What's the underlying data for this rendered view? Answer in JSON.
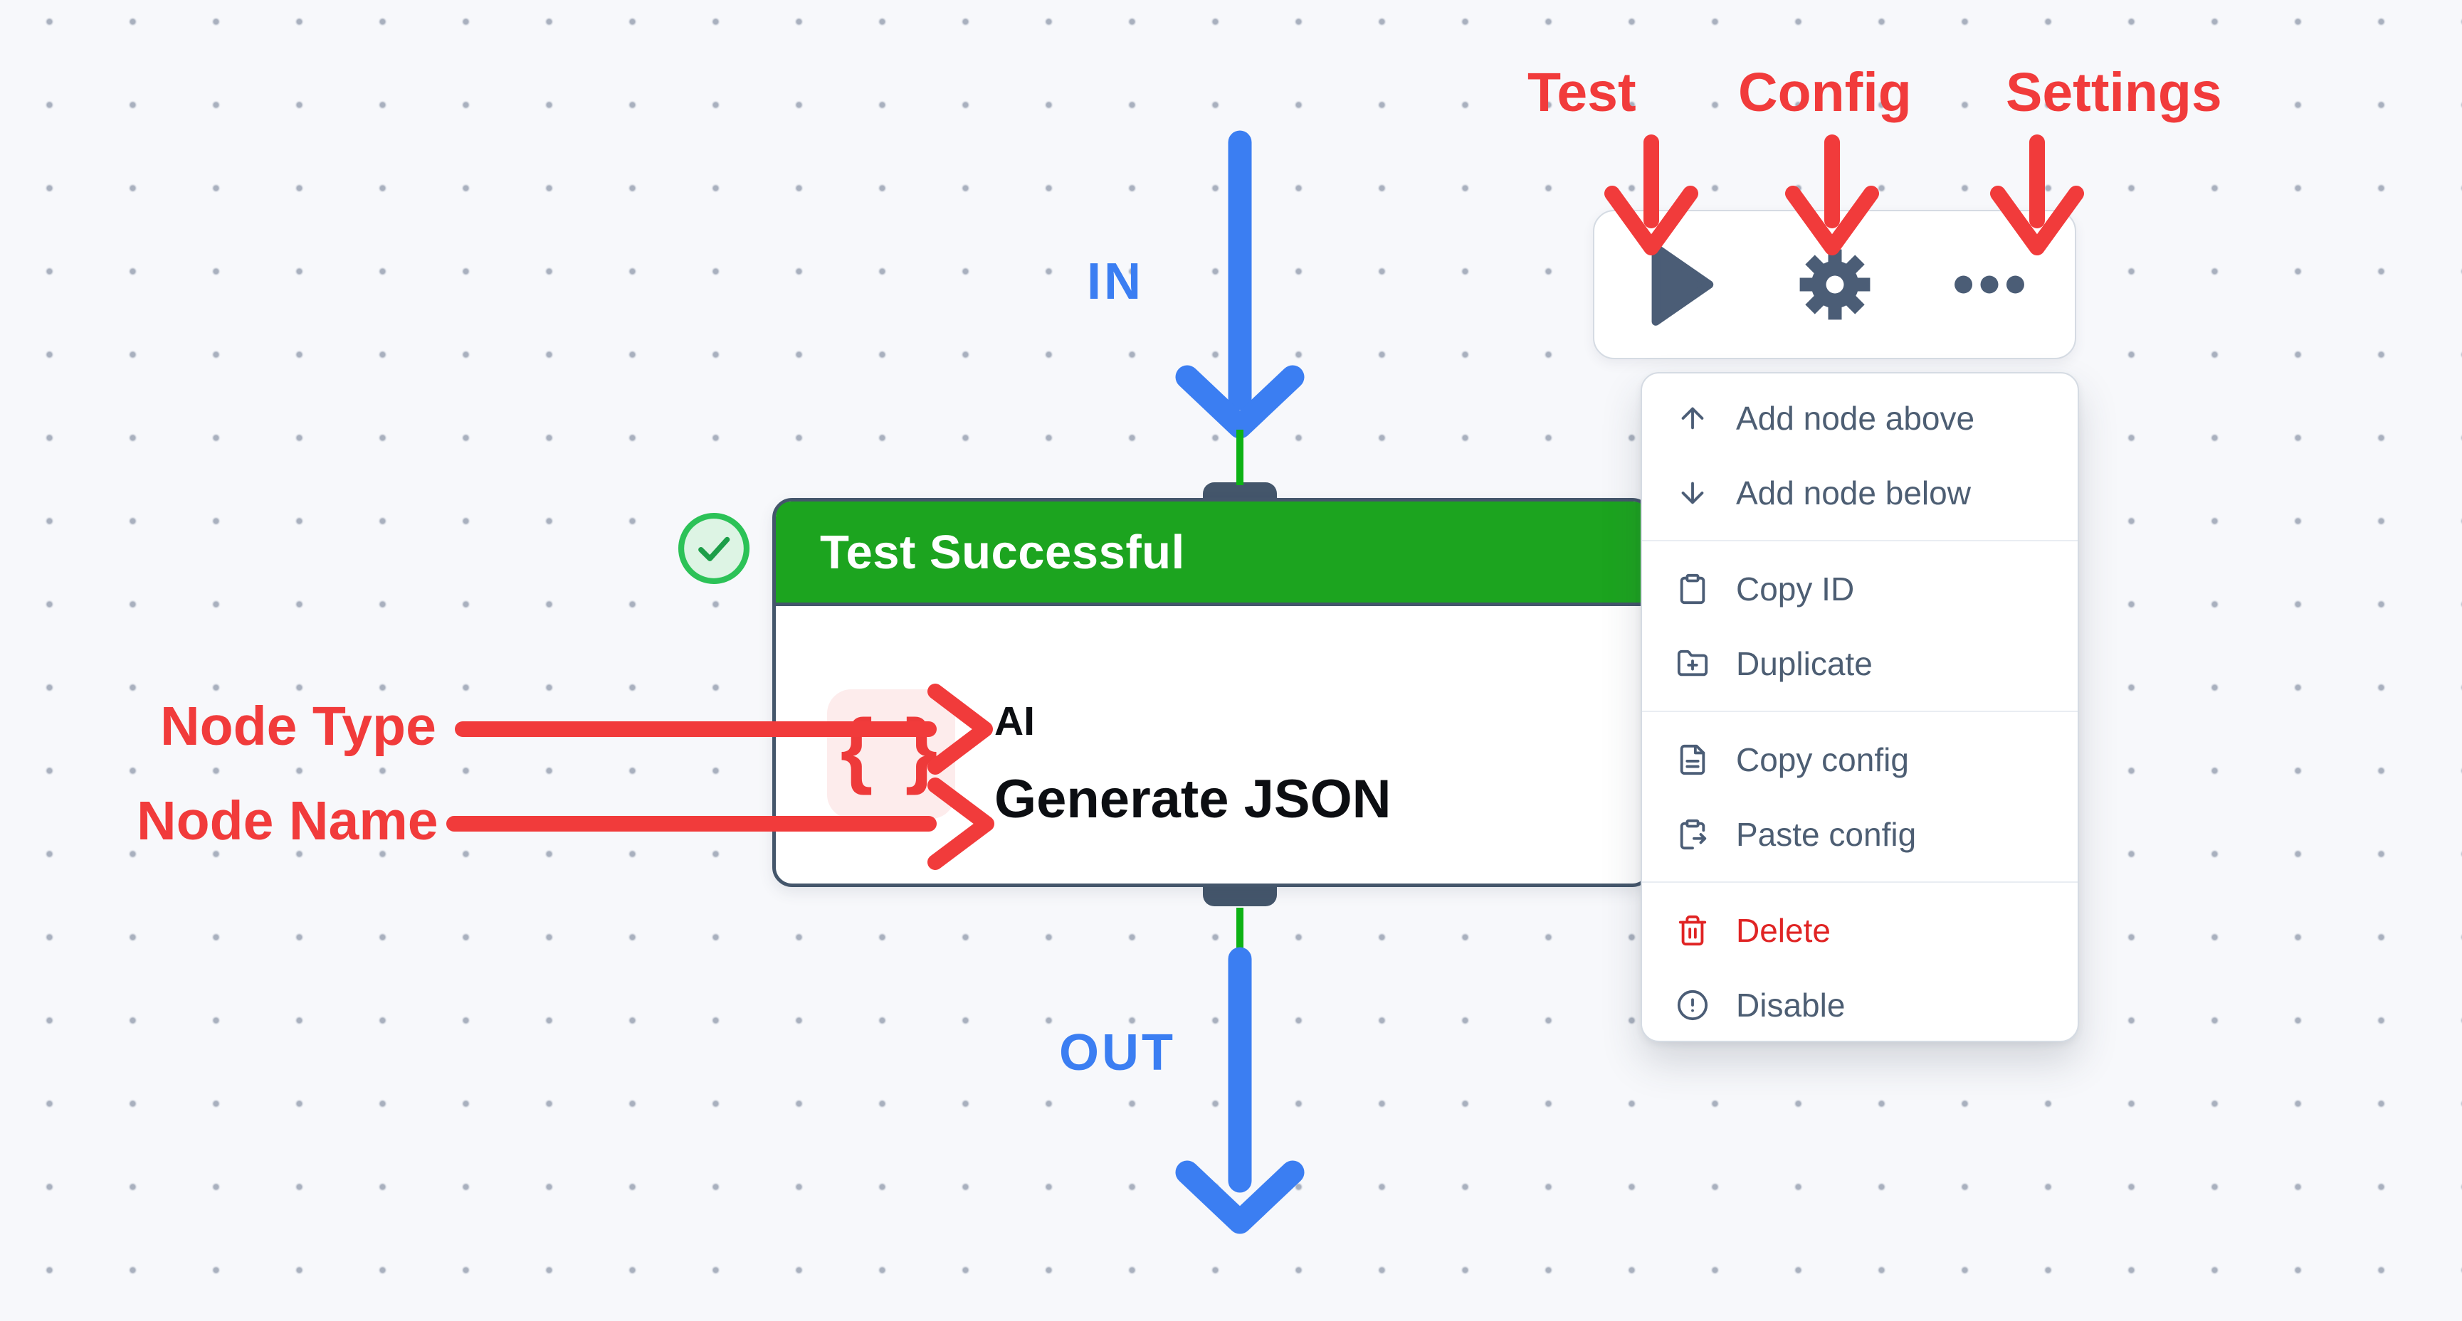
{
  "colors": {
    "canvas_bg": "#f7f8fb",
    "accent_red": "#f13b3b",
    "accent_blue": "#3b7ef2",
    "node_green": "#1ca41f",
    "wire_green": "#0db214",
    "slate": "#4b5d76",
    "menu_text": "#4d5e73",
    "delete_red": "#e02424",
    "card_border": "#44566b",
    "badge_pink": "#fdecec",
    "brace_red": "#ee3a3a",
    "check_ring": "#2cc257",
    "check_fill": "#ddf4e4",
    "check_mark": "#1d9e49"
  },
  "annotations": {
    "test_label": "Test",
    "config_label": "Config",
    "settings_label": "Settings",
    "node_type_label": "Node Type",
    "node_name_label": "Node Name",
    "in_label": "IN",
    "out_label": "OUT"
  },
  "node": {
    "status_title": "Test Successful",
    "type_label": "AI",
    "name": "Generate JSON",
    "type_icon": "curly-braces-icon",
    "type_icon_glyph": "{ }",
    "status_icon": "check-circle-icon"
  },
  "toolbar": {
    "buttons": [
      {
        "name": "test",
        "icon": "play-icon"
      },
      {
        "name": "config",
        "icon": "gear-icon"
      },
      {
        "name": "settings",
        "icon": "ellipsis-icon"
      }
    ]
  },
  "context_menu": {
    "groups": [
      [
        {
          "icon": "arrow-up-icon",
          "label": "Add node above"
        },
        {
          "icon": "arrow-down-icon",
          "label": "Add node below"
        }
      ],
      [
        {
          "icon": "clipboard-icon",
          "label": "Copy ID"
        },
        {
          "icon": "folder-plus-icon",
          "label": "Duplicate"
        }
      ],
      [
        {
          "icon": "file-text-icon",
          "label": "Copy config"
        },
        {
          "icon": "clipboard-paste-icon",
          "label": "Paste config"
        }
      ],
      [
        {
          "icon": "trash-icon",
          "label": "Delete",
          "danger": true
        },
        {
          "icon": "alert-circle-icon",
          "label": "Disable"
        }
      ]
    ]
  }
}
